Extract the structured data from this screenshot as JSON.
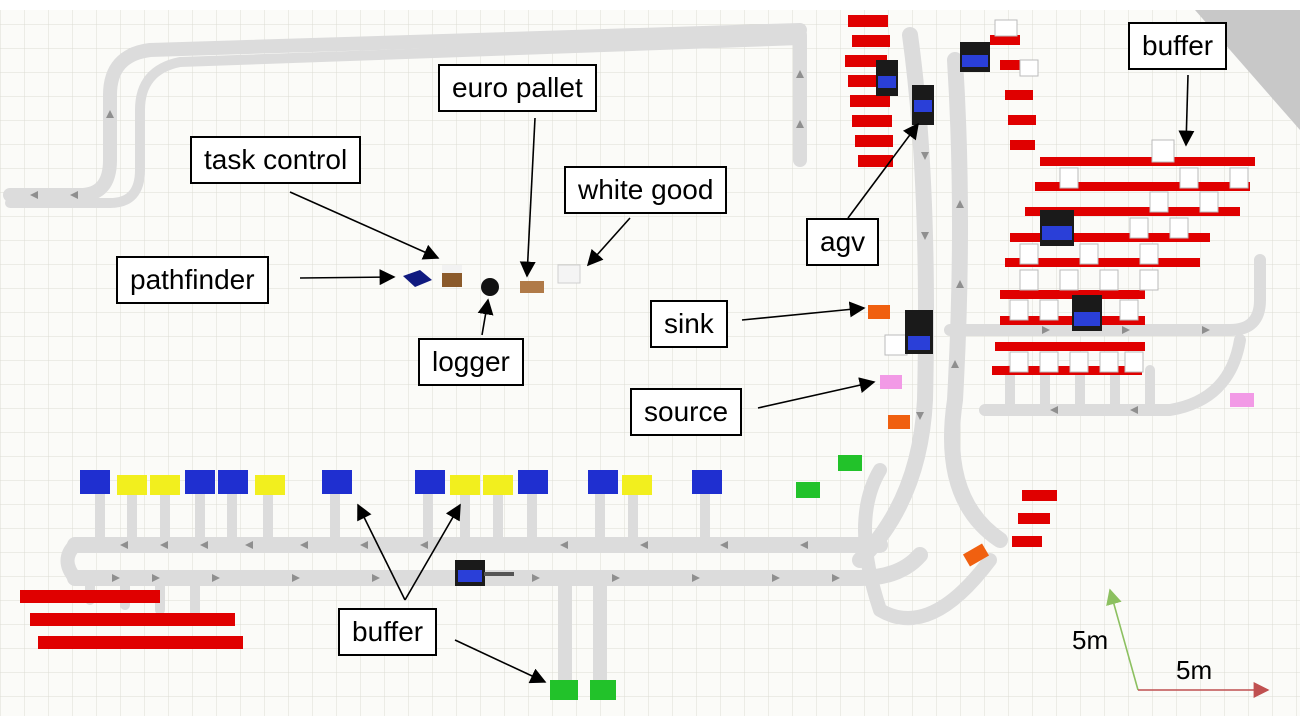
{
  "labels": {
    "task_control": "task control",
    "euro_pallet": "euro pallet",
    "white_good": "white good",
    "pathfinder": "pathfinder",
    "logger": "logger",
    "agv": "agv",
    "sink": "sink",
    "source": "source",
    "buffer_top": "buffer",
    "buffer_bottom": "buffer"
  },
  "scale": {
    "vertical": "5m",
    "horizontal": "5m"
  },
  "colors": {
    "floor": "#fbfbf8",
    "grid": "#dcdcd4",
    "track": "#dedede",
    "buffer_red": "#e00000",
    "buffer_blue": "#1f2fd0",
    "buffer_yellow": "#f2ef1e",
    "buffer_green": "#22c22a",
    "sink_orange": "#f06010",
    "source_pink": "#f29ae6",
    "scale_green": "#8cc060",
    "scale_red": "#c05050"
  }
}
